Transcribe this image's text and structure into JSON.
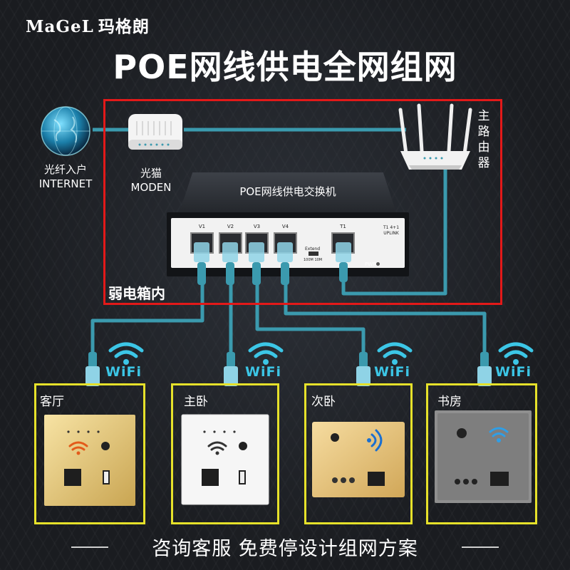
{
  "brand": {
    "latin": "MaGeL",
    "chinese": "玛格朗"
  },
  "title": "POE网线供电全网组网",
  "fiber": {
    "line1": "光纤入户",
    "line2": "INTERNET"
  },
  "modem": {
    "line1": "光猫",
    "line2": "MODEN"
  },
  "router_label": "主路由器",
  "switch": {
    "title": "POE网线供电交换机",
    "ports": [
      "V1",
      "V2",
      "V3",
      "V4",
      "T1"
    ],
    "extend_label": "Extend",
    "extend_sub": "100M  10M",
    "uplink_label": "T1 4+1 UPLINK",
    "pwr_label": "PWR"
  },
  "box_label": "弱电箱内",
  "wifi_label": "WiFi",
  "rooms": [
    {
      "name": "客厅"
    },
    {
      "name": "主卧"
    },
    {
      "name": "次卧"
    },
    {
      "name": "书房"
    }
  ],
  "footer": "咨询客服 免费停设计组网方案",
  "colors": {
    "cable": "#3b9aae",
    "frame_red": "#e31919",
    "frame_yellow": "#e6e12a",
    "wifi_blue": "#3cc6e6"
  },
  "icons": [
    "globe-icon",
    "modem-icon",
    "router-icon",
    "poe-switch-icon",
    "rj45-plug-icon",
    "wifi-signal-icon",
    "wall-ap-panel-icon"
  ]
}
